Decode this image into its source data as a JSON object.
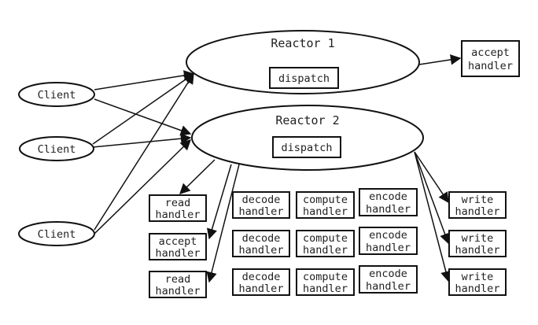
{
  "diagram": {
    "reactor1": {
      "title": "Reactor 1",
      "dispatch": "dispatch"
    },
    "reactor2": {
      "title": "Reactor 2",
      "dispatch": "dispatch"
    },
    "clients": [
      "Client",
      "Client",
      "Client"
    ],
    "accept_handler_top": [
      "accept",
      "handler"
    ],
    "left_handlers": [
      [
        "read",
        "handler"
      ],
      [
        "accept",
        "handler"
      ],
      [
        "read",
        "handler"
      ]
    ],
    "pipeline_rows": [
      {
        "decode": [
          "decode",
          "handler"
        ],
        "compute": [
          "compute",
          "handler"
        ],
        "encode": [
          "encode",
          "handler"
        ]
      },
      {
        "decode": [
          "decode",
          "handler"
        ],
        "compute": [
          "compute",
          "handler"
        ],
        "encode": [
          "encode",
          "handler"
        ]
      },
      {
        "decode": [
          "decode",
          "handler"
        ],
        "compute": [
          "compute",
          "handler"
        ],
        "encode": [
          "encode",
          "handler"
        ]
      }
    ],
    "write_handlers": [
      [
        "write",
        "handler"
      ],
      [
        "write",
        "handler"
      ],
      [
        "write",
        "handler"
      ]
    ],
    "colors": {
      "stroke": "#111111",
      "fill": "#ffffff",
      "text": "#222222"
    }
  }
}
